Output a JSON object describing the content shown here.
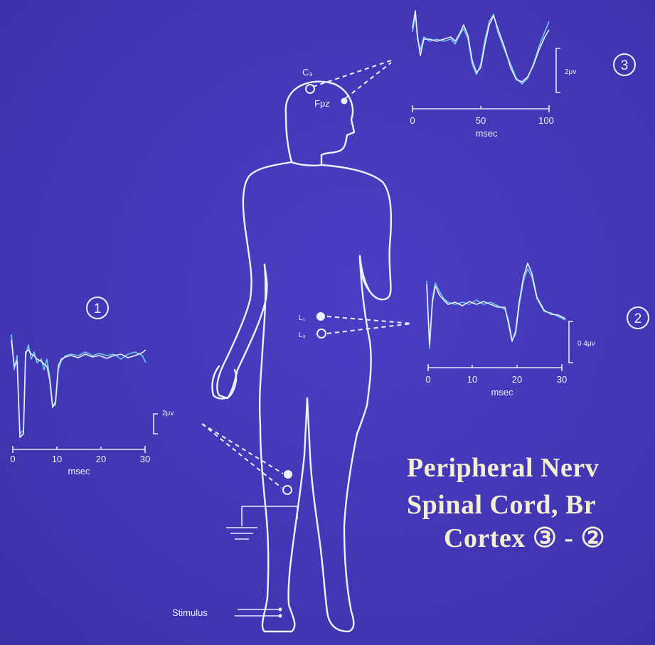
{
  "electrodes": {
    "c3": "C₃",
    "fpz": "Fpz",
    "l1": "L₁",
    "l3": "L₃"
  },
  "stimulus_label": "Stimulus",
  "panels": {
    "p1": {
      "number": "1",
      "scale": "2μv",
      "ticks": [
        "0",
        "10",
        "20",
        "30"
      ],
      "unit": "msec"
    },
    "p2": {
      "number": "2",
      "scale": "0 4μv",
      "ticks": [
        "0",
        "10",
        "20",
        "30"
      ],
      "unit": "msec"
    },
    "p3": {
      "number": "3",
      "scale": "2μv",
      "ticks": [
        "0",
        "50",
        "100"
      ],
      "unit": "msec"
    }
  },
  "caption": {
    "line1": "Peripheral Nerv",
    "line2": "Spinal Cord, Br",
    "line3": "Cortex ③ - ②"
  }
}
